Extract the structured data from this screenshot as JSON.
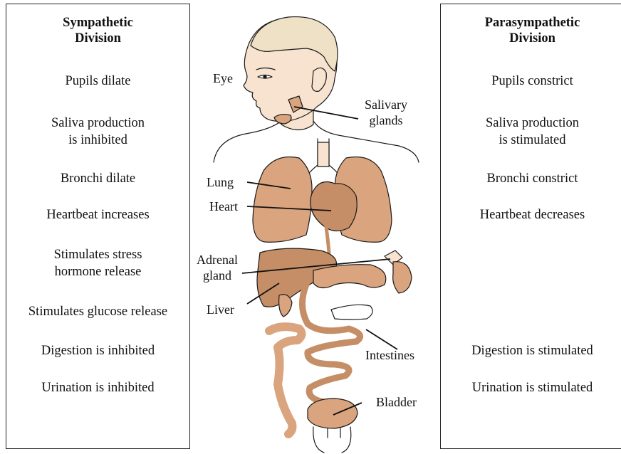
{
  "sympathetic": {
    "title": "Sympathetic\nDivision",
    "items": [
      "Pupils dilate",
      "Saliva production\nis inhibited",
      "Bronchi dilate",
      "Heartbeat increases",
      "Stimulates stress\nhormone release",
      "Stimulates glucose release",
      "Digestion is inhibited",
      "Urination is inhibited"
    ]
  },
  "parasympathetic": {
    "title": "Parasympathetic\nDivision",
    "items": [
      "Pupils constrict",
      "Saliva production\nis stimulated",
      "Bronchi constrict",
      "Heartbeat decreases",
      "Digestion is stimulated",
      "Urination is stimulated"
    ]
  },
  "labels": {
    "eye": "Eye",
    "salivary": "Salivary\nglands",
    "lung": "Lung",
    "heart": "Heart",
    "adrenal": "Adrenal\ngland",
    "liver": "Liver",
    "intestines": "Intestines",
    "bladder": "Bladder"
  },
  "colors": {
    "skin": "#F7E3CF",
    "hair": "#EFE1C6",
    "organ": "#D9A47E",
    "organ_dark": "#C58E66",
    "outline": "#1A1A1A"
  }
}
